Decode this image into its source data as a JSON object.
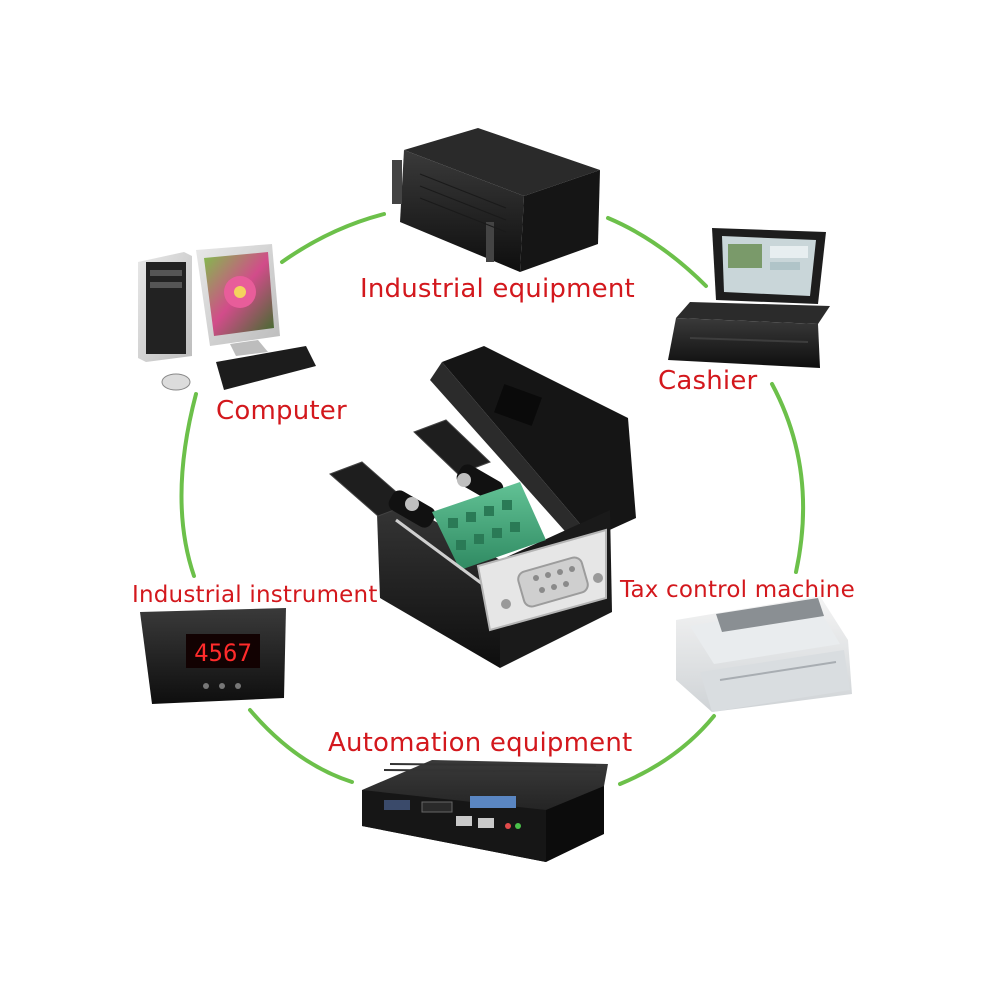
{
  "labels": {
    "industrial_equipment": "Industrial equipment",
    "cashier": "Cashier",
    "computer": "Computer",
    "industrial_instrument": "Industrial instrument",
    "tax_control_machine": "Tax control machine",
    "automation_equipment": "Automation equipment"
  },
  "instrument_display": "4567",
  "colors": {
    "label_text": "#d3181d",
    "connector_arc": "#6cc04a",
    "terminal_block": "#3faa7d",
    "display_digits": "#ff2b2b"
  },
  "icons": [
    "rack-server-icon",
    "laptop-cashier-icon",
    "desktop-computer-icon",
    "panel-meter-icon",
    "dot-matrix-printer-icon",
    "fanless-industrial-pc-icon",
    "db9-terminal-connector-icon"
  ]
}
